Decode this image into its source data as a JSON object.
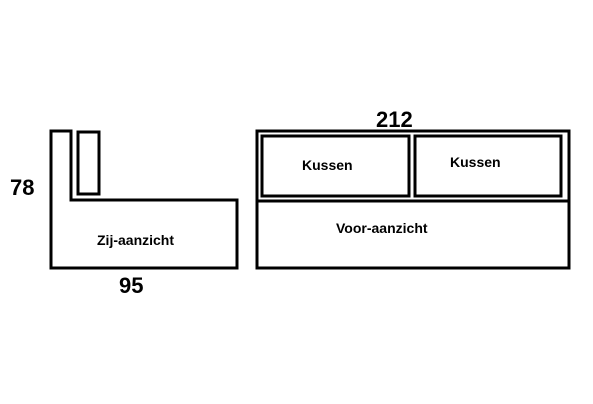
{
  "side_view": {
    "height_label": "78",
    "depth_label": "95",
    "caption": "Zij-aanzicht"
  },
  "front_view": {
    "width_label": "212",
    "caption": "Voor-aanzicht",
    "cushions": [
      {
        "label": "Kussen"
      },
      {
        "label": "Kussen"
      }
    ]
  }
}
